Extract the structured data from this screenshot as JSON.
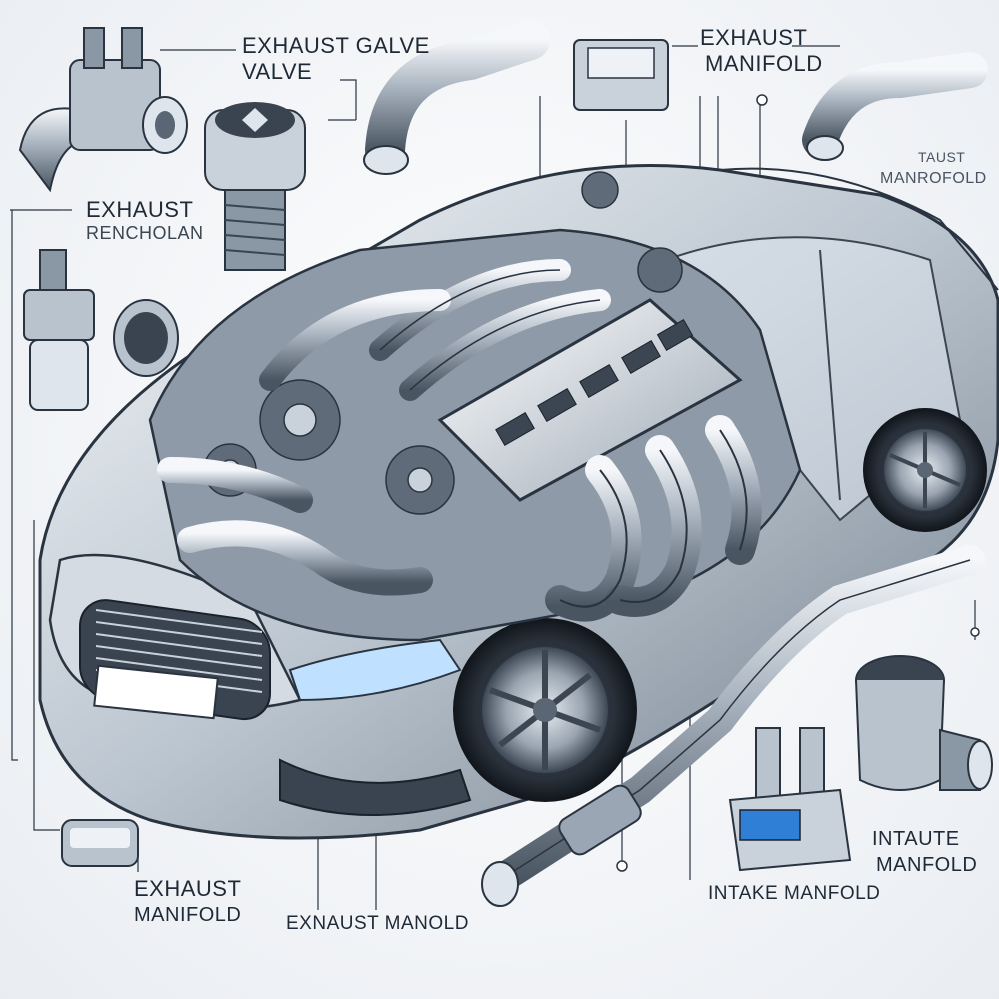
{
  "labels": {
    "valve_line1": "EXHAUST GALVE",
    "valve_line2": "VALVE",
    "top_manifold_line1": "EXHAUST",
    "top_manifold_line2": "MANIFOLD",
    "right_line1": "TAUST",
    "right_line2": "MANROFOLD",
    "left_line1": "EXHAUST",
    "left_line2": "RENCHOLAN",
    "bottom_left_line1": "EXHAUST",
    "bottom_left_line2": "MANIFOLD",
    "bottom_center": "EXNAUST MANOLD",
    "intake_center": "INTAKE MANFOLD",
    "intake_right_line1": "INTAUTE",
    "intake_right_line2": "MANFOLD"
  },
  "colors": {
    "metal_dark": "#3b4652",
    "metal_mid": "#8a97a5",
    "metal_light": "#dfe5ec",
    "accent_blue": "#2f7fd6",
    "line": "#2a3440"
  }
}
